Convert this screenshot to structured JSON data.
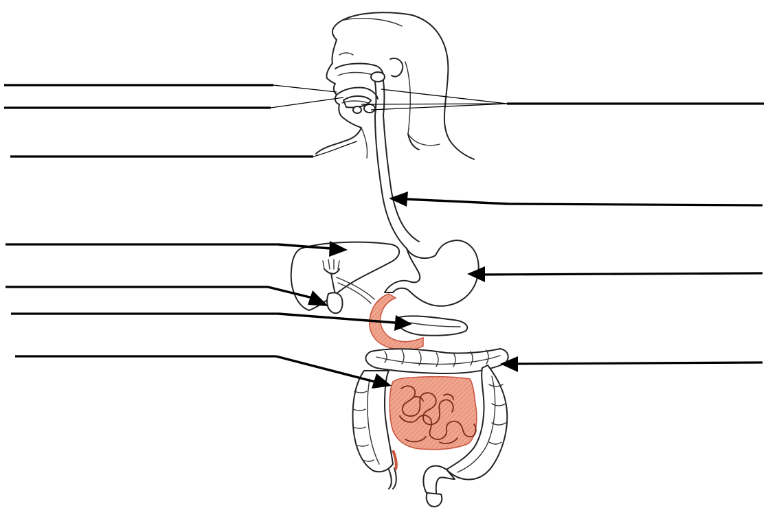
{
  "diagram": {
    "colors": {
      "ink": "#222222",
      "background": "#ffffff",
      "highlight_fill": "#f0a58f",
      "highlight_stroke": "#c9553f"
    },
    "label_lines": [
      {
        "side": "left",
        "target": "mouth-upper"
      },
      {
        "side": "left",
        "target": "mouth-lower"
      },
      {
        "side": "left",
        "target": "pharynx"
      },
      {
        "side": "left",
        "target": "liver"
      },
      {
        "side": "left",
        "target": "gallbladder"
      },
      {
        "side": "left",
        "target": "pancreas"
      },
      {
        "side": "left",
        "target": "small-intestine"
      },
      {
        "side": "right",
        "target": "salivary-glands"
      },
      {
        "side": "right",
        "target": "esophagus"
      },
      {
        "side": "right",
        "target": "stomach"
      },
      {
        "side": "right",
        "target": "large-intestine"
      }
    ]
  }
}
